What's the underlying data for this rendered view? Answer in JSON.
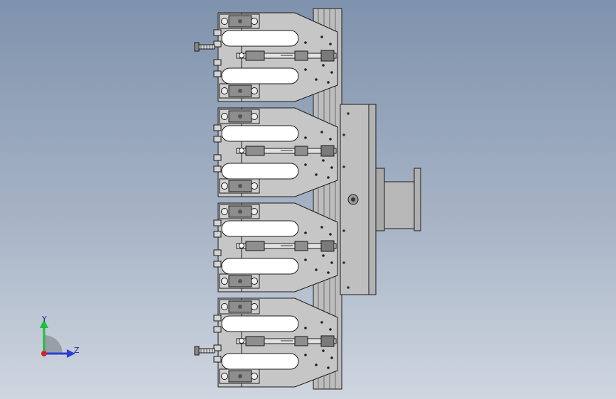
{
  "viewport": {
    "background_top": "#7f92ad",
    "background_bottom": "#cfd6e0"
  },
  "model": {
    "plate_color": "#c6c6c6",
    "dark_metal": "#8e8e8e",
    "edge_color": "#1a1a1a",
    "slot_color": "#ffffff",
    "rail_color": "#bdbdbd",
    "block_color": "#bfbfbf",
    "clamp_count": 4
  },
  "triad": {
    "y_label": "Y",
    "z_label": "Z",
    "y_color": "#1fbf3a",
    "z_color": "#2a3fd1",
    "origin_color": "#d1242a"
  }
}
